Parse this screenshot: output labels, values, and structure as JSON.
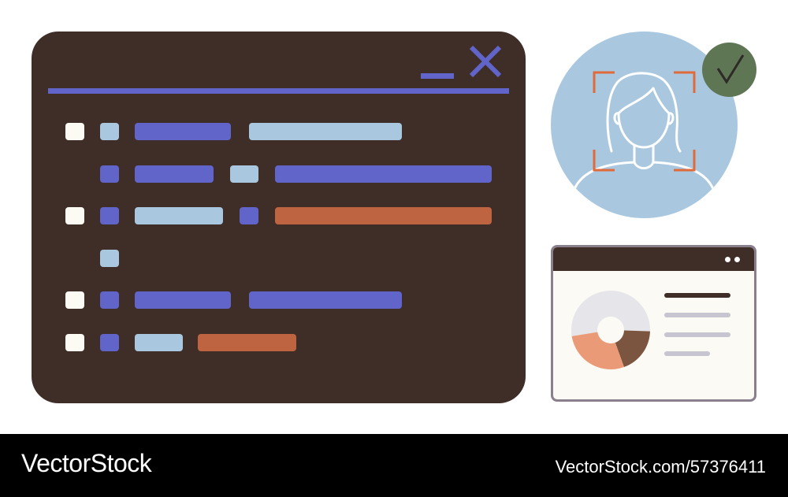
{
  "colors": {
    "window_bg": "#3f2d28",
    "accent_purple": "#6164c8",
    "light_blue": "#a9c8e0",
    "rust": "#bf6440",
    "cream": "#fbfaf3",
    "face_circle": "#a9c8e0",
    "face_frame": "#e06a3a",
    "check_green": "#5f7654",
    "check_mark": "#2e2a27",
    "chart_border": "#8a7f8d",
    "chart_bg": "#fbfaf4",
    "chart_titlebar": "#3f2d28",
    "pie_light": "#e6e6ea",
    "pie_brown": "#7b5540",
    "pie_salmon": "#eb9a78",
    "legend_dark": "#3f2d28",
    "legend_light": "#c6c5d0",
    "footer_bg": "#000000"
  },
  "icons": {
    "window_minimize": "minus-icon",
    "window_close": "close-x-icon",
    "face": "user-face-icon",
    "verified": "checkmark-icon",
    "chart_menu": "more-dots-icon"
  },
  "chart_data": {
    "type": "pie",
    "categories": [
      "light",
      "brown",
      "salmon"
    ],
    "values": [
      53,
      19,
      28
    ],
    "donut": true
  },
  "footer": {
    "brand": "VectorStock",
    "image_id": "VectorStock.com/57376411"
  }
}
